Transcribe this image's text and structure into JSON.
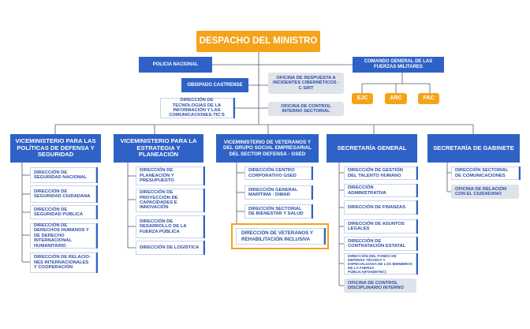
{
  "top": "DESPACHO DEL MINISTRO",
  "upper": {
    "policia": "POLICIA NACIONAL",
    "comando": "COMANDO GENERAL DE LAS FUERZAS MILITARES",
    "obispado": "OBISPADO CASTRENSE",
    "ciber": "OFICINA DE RESPUESTA A INCIDENTES CIBERNÉTICOS -C SIRT",
    "tic": "DIRECCIÓN DE TECNOLOGIAS DE LA INFORMACIÓN Y LAS COMUNICACIONES-TIC'S",
    "control": "OFICINA DE CONTROL INTERNO SECTORIAL",
    "forces": [
      "EJC",
      "ARC",
      "FAC"
    ]
  },
  "columns": [
    {
      "title": "VICEMINISTERIO PARA LAS POLÍTICAS DE DEFENSA Y SEGURIDAD",
      "items": [
        "DIRECCIÓN DE SEGURIDAD NACIONAL",
        "DIRECCIÓN DE SEGURIDAD CIUDADANA",
        "DIRECCIÓN DE SEGURIDAD PÚBLICA",
        "DIRECCIÓN DE DERECHOS HUMANOS Y DE DERECHO INTERNACIONAL HUMANITARIO",
        "DIRECCIÓN DE RELACIO-NES INTERNACIONALES Y COOPERACIÓN"
      ]
    },
    {
      "title": "VICEMINISTERIO PARA LA ESTRATEGIA Y PLANEACIÓN",
      "items": [
        "DIRECCIÓN DE PLANEACIÓN Y PRESUPUESTO",
        "DIRECCIÓN DE PROYECCIÓN DE CAPACIDADES E INNOVACIÓN",
        "DIRECCIÓN DE DESARROLLO DE LA FUERZA PÚBLICA",
        "DIRECCIÓN DE LOGÍSTICA"
      ]
    },
    {
      "title": "VICEMINISTERIO DE VETERANOS Y DEL GRUPO SOCIAL EMPRESARIAL DEL SECTOR DEFENSA - GSED",
      "items": [
        "DIRECCIÓN CENTRO CORPORATIVO GSED",
        "DIRECCIÓN GENERAL MARÍTIMA - DIMAR",
        "DIRECCIÓN SECTORIAL DE BIENESTAR Y SALUD"
      ],
      "highlight": "DIRECCIÓN DE VETERANOS Y REHABILITACIÓN INCLUSIVA"
    },
    {
      "title": "SECRETARÍA GENERAL",
      "items": [
        "DIRECCIÓN DE GESTIÓN DEL TALENTO HUMANO",
        "DIRECCIÓN ADMINISTRATIVA",
        "DIRECCIÓN DE FINANZAS",
        "DIRECCIÓN DE ASUNTOS LEGALES",
        "DIRECCIÓN DE CONTRATACIÓN ESTATAL",
        "DIRECCIÓN DEL FONDO DE DEFENSA TÉCNICA Y ESPECIALIZADA DE LOS MIEMBROS DE LA FUERZA PÚBLICA(FONDETEC)"
      ],
      "office": "OFICINA DE CONTROL DISCIPLINARIO INTERNO"
    },
    {
      "title": "SECRETARÍA DE GABINETE",
      "items": [
        "DIRECCIÓN SECTORIAL DE COMUNICACIONES"
      ],
      "office": "OFICINA DE RELACIÓN CON EL CIUDADANO"
    }
  ]
}
